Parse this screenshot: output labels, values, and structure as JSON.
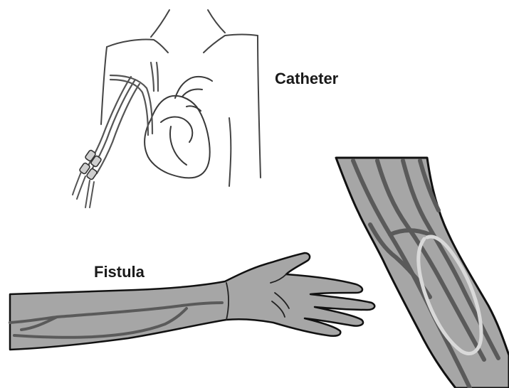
{
  "labels": {
    "catheter": "Catheter",
    "fistula": "Fistula"
  },
  "colors": {
    "outline": "#333333",
    "skin": "#a6a6a6",
    "vein": "#5a5a5a",
    "access_loop": "#d9d9d9"
  },
  "illustrations": [
    "chest-with-heart-and-catheter",
    "outstretched-arm-with-veins",
    "forearm-closeup-with-fistula-loop"
  ]
}
